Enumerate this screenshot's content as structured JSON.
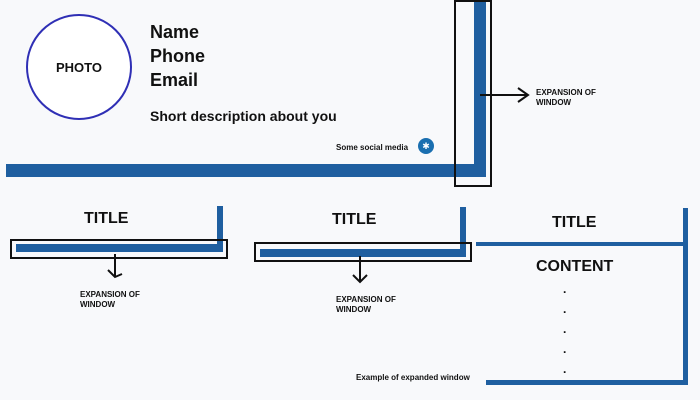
{
  "profile": {
    "photo_label": "PHOTO",
    "name": "Name",
    "phone": "Phone",
    "email": "Email",
    "description": "Short description about you",
    "social_label": "Some social media",
    "social_icon": "github-icon"
  },
  "annotations": {
    "top_expansion": [
      "EXPANSION OF",
      "WINDOW"
    ],
    "left_expansion": [
      "EXPANSION OF",
      "WINDOW"
    ],
    "middle_expansion": [
      "EXPANSION OF",
      "WINDOW"
    ],
    "expanded_example": "Example of expanded window"
  },
  "cards": {
    "left_title": "TITLE",
    "middle_title": "TITLE",
    "right_title": "TITLE",
    "right_content": "CONTENT",
    "dots": [
      ".",
      ".",
      ".",
      ".",
      "."
    ]
  },
  "colors": {
    "accent_blue": "#1f5fa0",
    "photo_border": "#2f2fb5",
    "outline": "#111111"
  }
}
